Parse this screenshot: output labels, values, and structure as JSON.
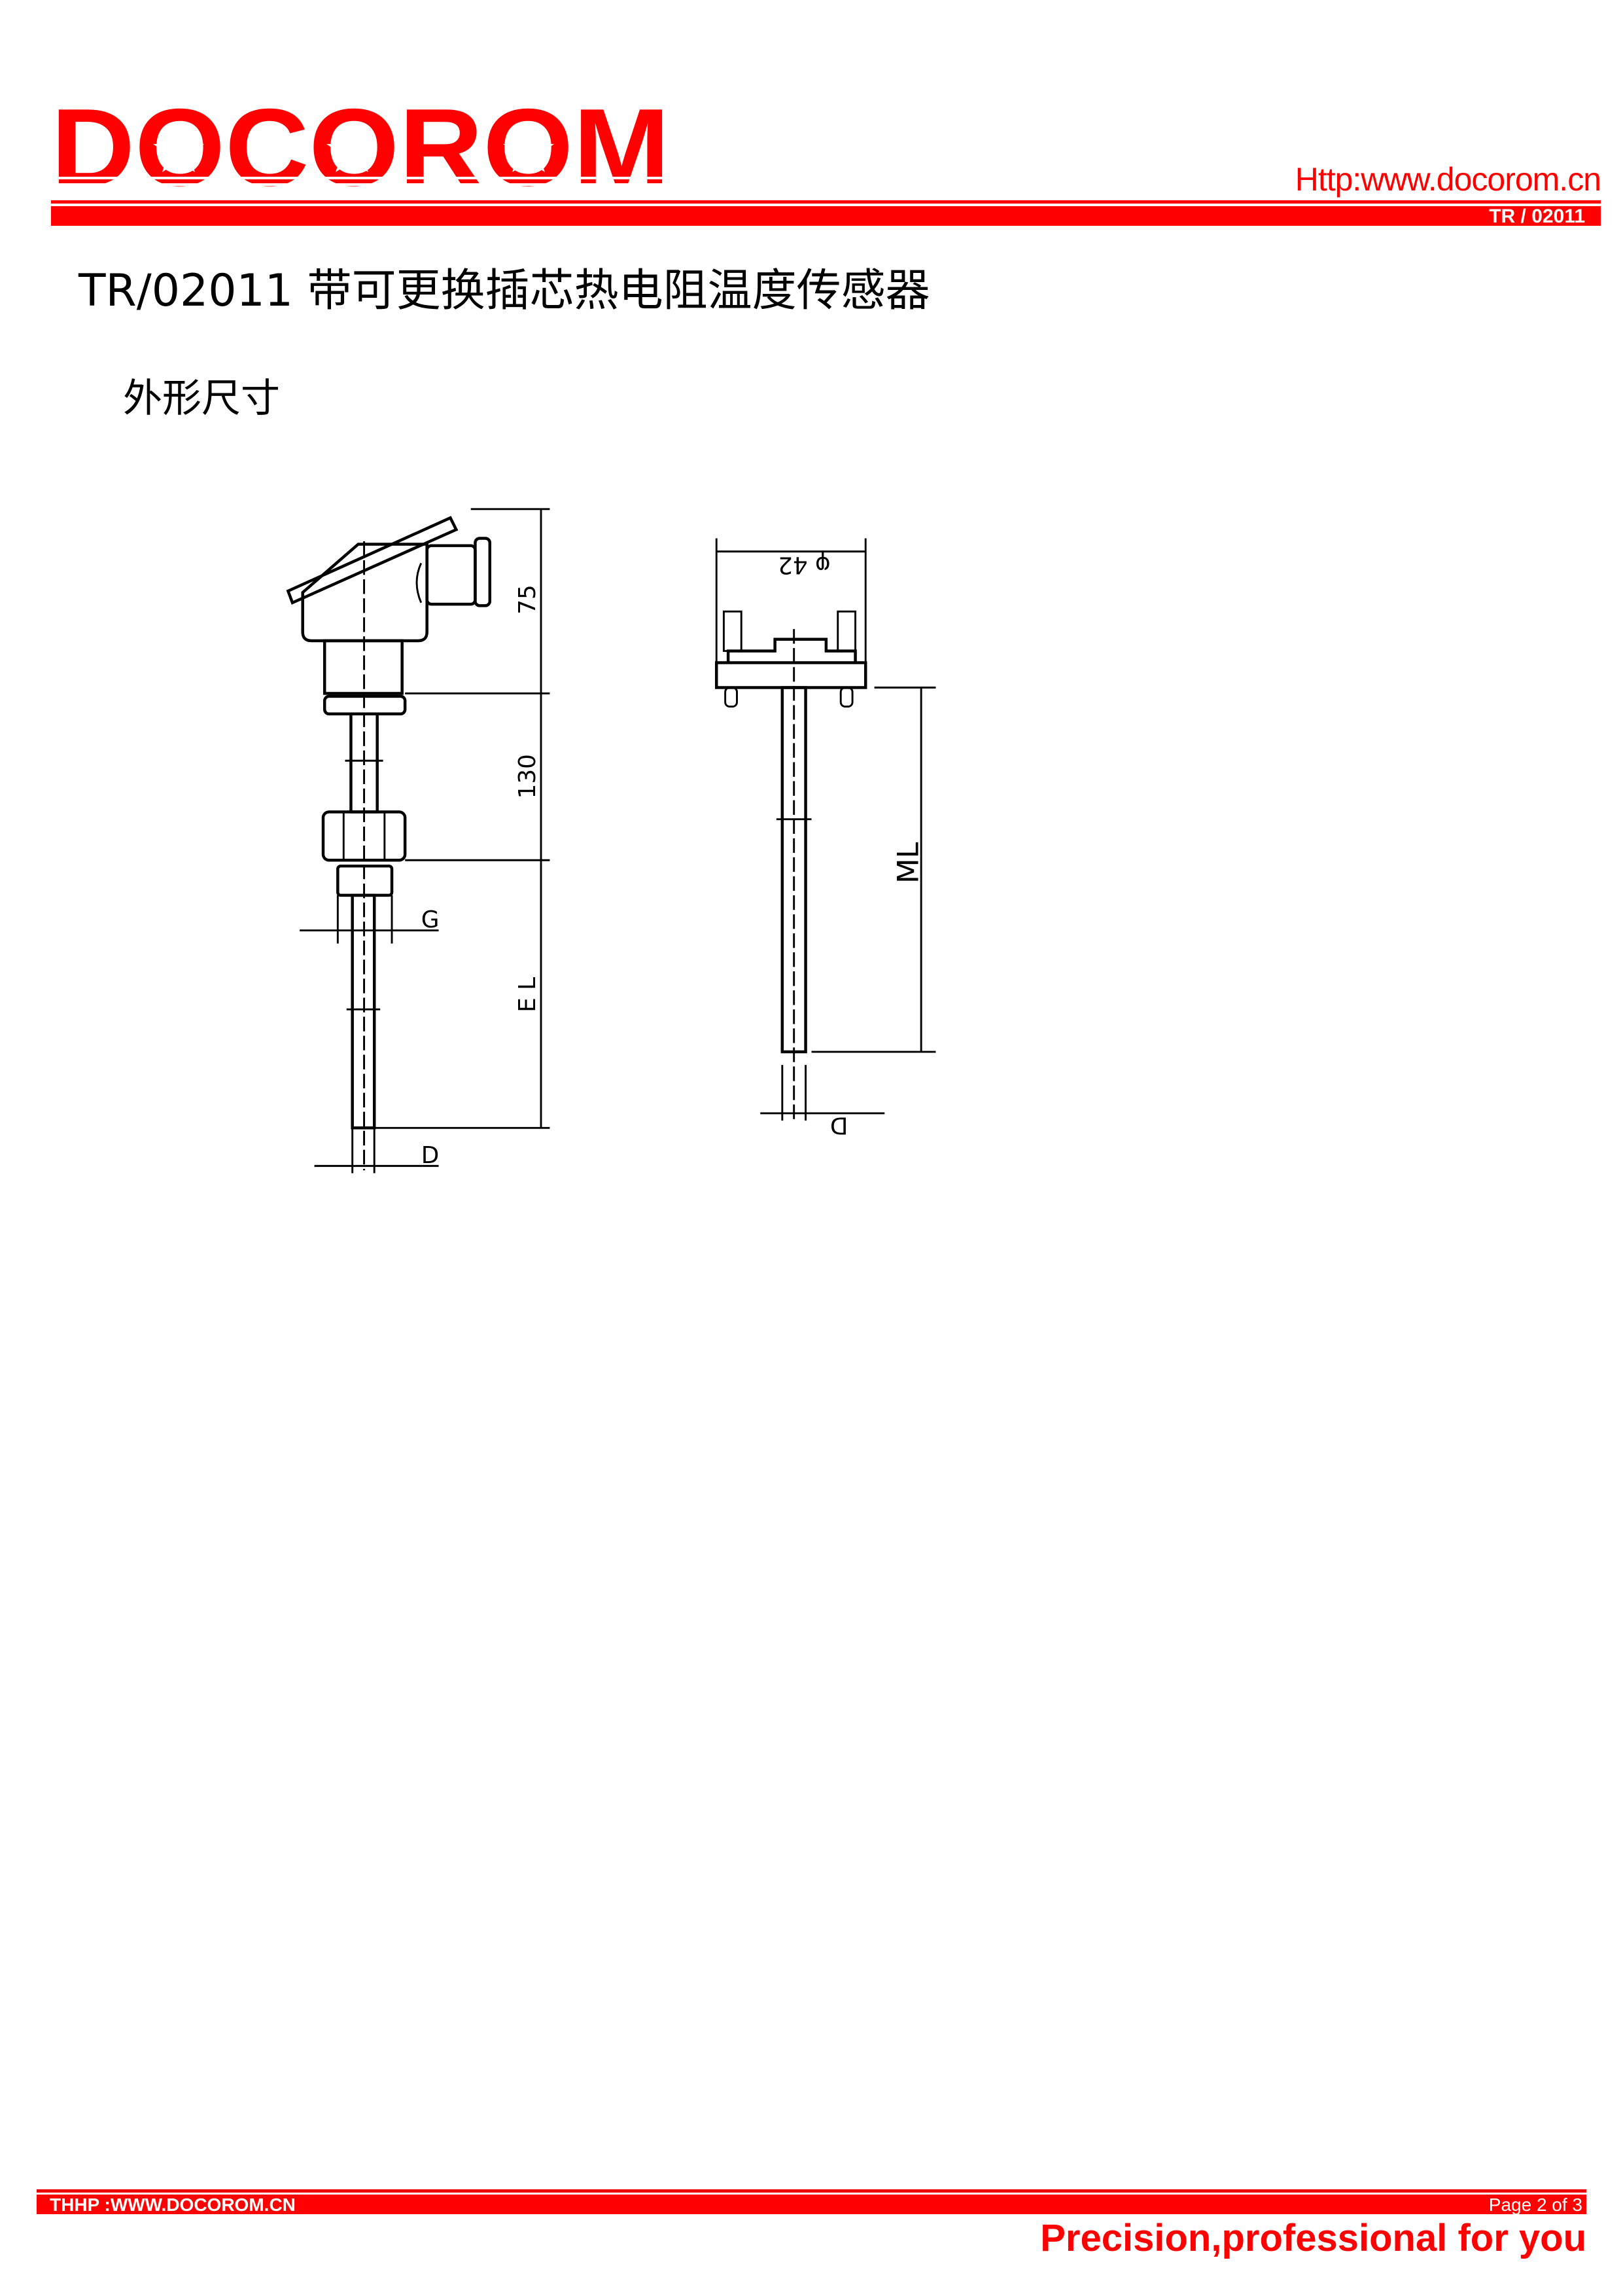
{
  "header": {
    "logo_text": "DOCOROM",
    "website": "Http:www.docorom.cn",
    "doc_code": "TR / 02011",
    "brand_color": "#ff0000"
  },
  "title": "TR/02011 带可更换插芯热电阻温度传感器",
  "section": "外形尺寸",
  "drawing": {
    "dim_head": "75",
    "dim_neck": "130",
    "dim_el": "E L",
    "dim_g": "G",
    "dim_d_left": "D",
    "dim_phi": "φ 42",
    "dim_ml": "ML",
    "dim_d_right": "D"
  },
  "footer": {
    "website": "THHP :WWW.DOCOROM.CN",
    "page": "Page 2 of  3",
    "slogan": "Precision,professional for you"
  }
}
